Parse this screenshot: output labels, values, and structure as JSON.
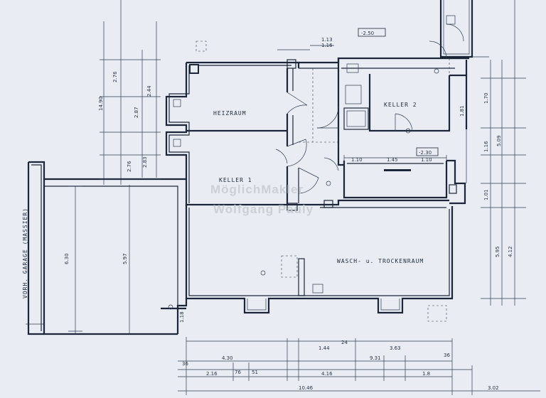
{
  "rooms": {
    "heizraum": "HEIZRAUM",
    "keller1": "KELLER 1",
    "keller2": "KELLER 2",
    "wasch": "WASCH- u. TROCKENRAUM",
    "garage": "VORH. GARAGE (MASSIER)"
  },
  "watermark": {
    "line1": "MöglichMakler",
    "line2": "Wolfgang Pauly"
  },
  "levels": {
    "top": "-2.50",
    "mid": "-2.30"
  },
  "dims": {
    "bottom_total": "10.46",
    "bottom_right": "3.02",
    "b430": "4.30",
    "b931": "9.31",
    "b144": "1.44",
    "b363": "3.63",
    "b216": "2.16",
    "b416": "4.16",
    "b180": "1.8",
    "b24": "24",
    "b36a": "36",
    "b36b": "36",
    "b76": "76",
    "b51": "51",
    "l276a": "2.76",
    "l287": "2.87",
    "l244": "2.44",
    "l1490": "14.90",
    "l276b": "2.76",
    "l283": "2.83",
    "g630": "6.30",
    "g597": "5.97",
    "l118": "1.18",
    "r509": "5.09",
    "r595": "5.95",
    "r412": "4.12",
    "r116": "1.16",
    "r170": "1.70",
    "r101": "1.01",
    "r181": "1.81",
    "k110a": "1.10",
    "k110b": "1.10",
    "k145": "1.45",
    "top113": "1.13",
    "top116": "1.16"
  }
}
